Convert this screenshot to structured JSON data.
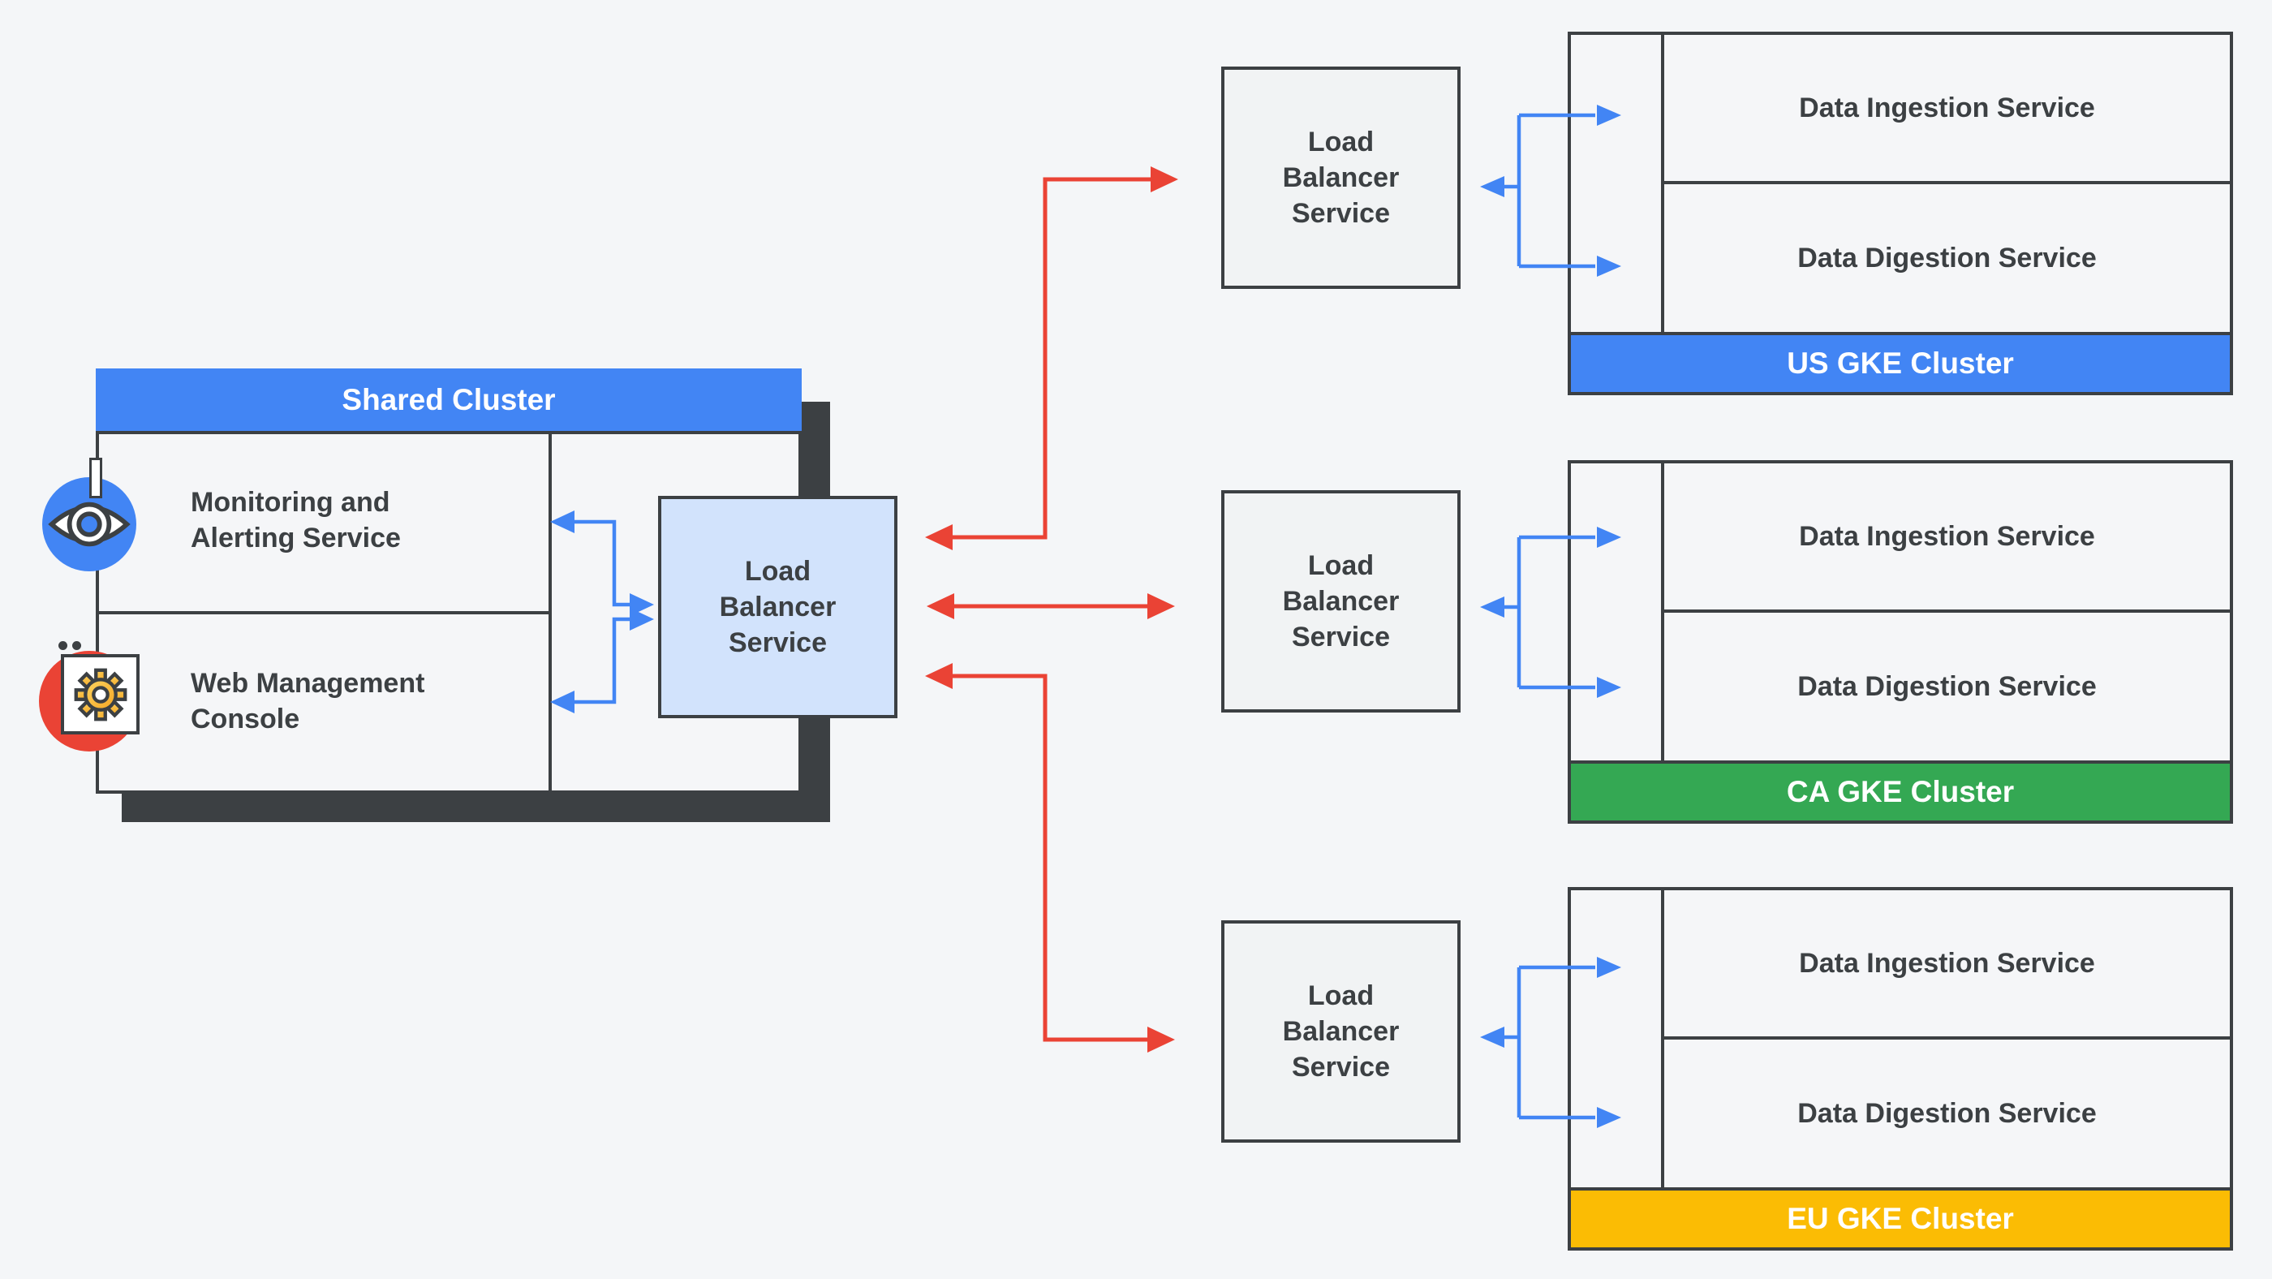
{
  "colors": {
    "background": "#f4f6f8",
    "dark_border": "#3c4043",
    "blue": "#4285f4",
    "light_blue_fill": "#d2e3fc",
    "gray_fill": "#f1f3f4",
    "red": "#ea4335",
    "green": "#34a853",
    "yellow": "#fbbc04"
  },
  "shared_cluster": {
    "title": "Shared Cluster",
    "services": [
      {
        "label": "Monitoring and Alerting Service",
        "icon": "eye-icon"
      },
      {
        "label": "Web Management Console",
        "icon": "gear-icon"
      }
    ],
    "load_balancer": {
      "label": "Load Balancer Service"
    }
  },
  "load_balancers": [
    {
      "label": "Load Balancer Service"
    },
    {
      "label": "Load Balancer Service"
    },
    {
      "label": "Load Balancer Service"
    }
  ],
  "clusters": [
    {
      "name": "US GKE Cluster",
      "band_color": "#4285f4",
      "services": [
        {
          "label": "Data Ingestion Service"
        },
        {
          "label": "Data Digestion Service"
        }
      ]
    },
    {
      "name": "CA GKE Cluster",
      "band_color": "#34a853",
      "services": [
        {
          "label": "Data Ingestion Service"
        },
        {
          "label": "Data Digestion Service"
        }
      ]
    },
    {
      "name": "EU GKE Cluster",
      "band_color": "#fbbc04",
      "services": [
        {
          "label": "Data Ingestion Service"
        },
        {
          "label": "Data Digestion Service"
        }
      ]
    }
  ]
}
